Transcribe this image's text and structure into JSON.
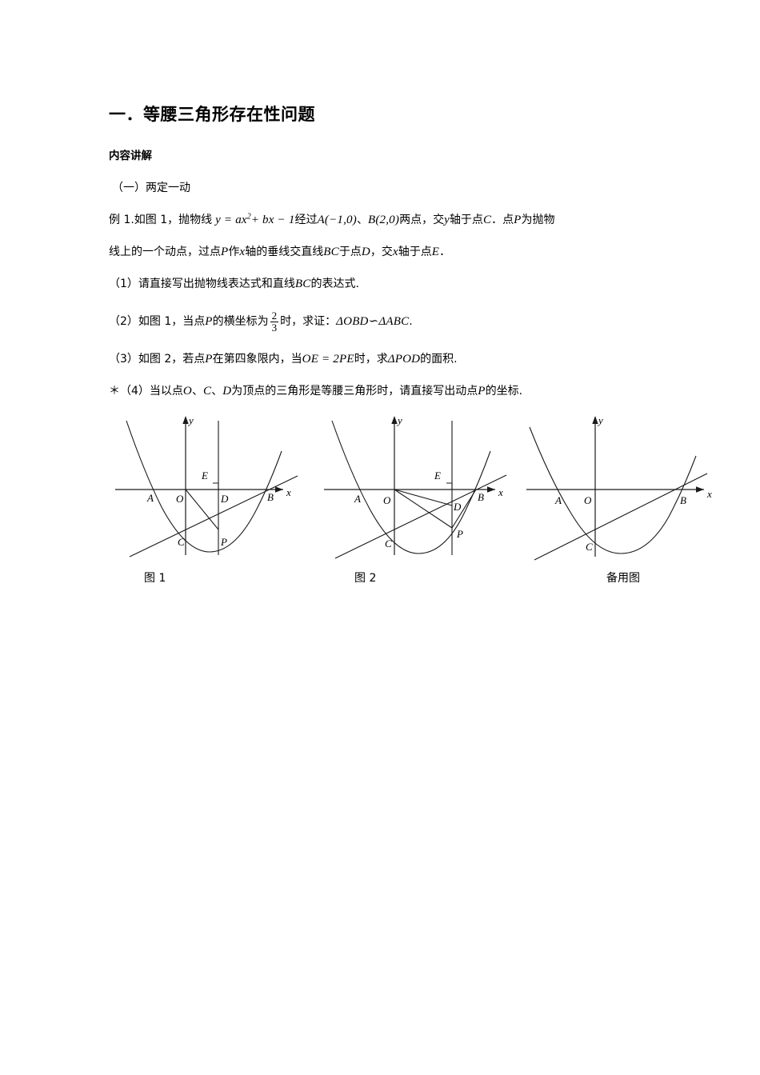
{
  "document": {
    "title": "一．等腰三角形存在性问题",
    "section_label": "内容讲解",
    "subsection": "（一）两定一动",
    "problem": {
      "lead_1": "例 1.如图 1，抛物线",
      "equation": "y = ax",
      "equation_exp": "2",
      "equation_rest": "+ bx − 1",
      "lead_2": "经过",
      "point_A": "A(−1,0)",
      "sep": "、",
      "point_B": "B(2,0)",
      "lead_3": "两点，交",
      "var_y": "y",
      "lead_4": "轴于点",
      "point_C": "C",
      "lead_5": "．点",
      "point_P": "P",
      "lead_6": "为抛物",
      "line2_a": "线上的一个动点，过点",
      "line2_P": "P",
      "line2_b": "作",
      "line2_x": "x",
      "line2_c": "轴的垂线交直线",
      "line2_BC": "BC",
      "line2_d": "于点",
      "line2_D": "D",
      "line2_e": "，交",
      "line2_x2": "x",
      "line2_f": "轴于点",
      "line2_E": "E",
      "line2_g": "．"
    },
    "questions": [
      {
        "number": "（1）",
        "text_a": "请直接写出抛物线表达式和直线",
        "math_a": "BC",
        "text_b": "的表达式."
      },
      {
        "number": "（2）",
        "text_a": "如图 1，当点",
        "math_a": "P",
        "text_b": "的横坐标为",
        "fraction_num": "2",
        "fraction_den": "3",
        "text_c": "时，求证：",
        "math_b": "ΔOBD∽ΔABC",
        "text_d": "."
      },
      {
        "number": "（3）",
        "text_a": "如图 2，若点",
        "math_a": "P",
        "text_b": "在第四象限内，当",
        "math_b": "OE = 2PE",
        "text_c": "时，求",
        "math_c": "ΔPOD",
        "text_d": "的面积."
      },
      {
        "number": "＊（4）",
        "text_a": "当以点",
        "math_a": "O",
        "sep1": "、",
        "math_b": "C",
        "sep2": "、",
        "math_c": "D",
        "text_b": "为顶点的三角形是等腰三角形时，请直接写出动点",
        "math_d": "P",
        "text_c": "的坐标."
      }
    ]
  },
  "figures": [
    {
      "caption": "图 1",
      "axis_x_label": "x",
      "axis_y_label": "y",
      "points": [
        {
          "name": "A",
          "label": "A"
        },
        {
          "name": "O",
          "label": "O"
        },
        {
          "name": "E",
          "label": "E"
        },
        {
          "name": "D",
          "label": "D"
        },
        {
          "name": "B",
          "label": "B"
        },
        {
          "name": "C",
          "label": "C"
        },
        {
          "name": "P",
          "label": "P"
        }
      ],
      "elements": [
        "parabola",
        "x-axis",
        "y-axis",
        "vertical-line-PE",
        "line-BC",
        "segment-O-D",
        "right-angle-mark-E"
      ]
    },
    {
      "caption": "图 2",
      "axis_x_label": "x",
      "axis_y_label": "y",
      "points": [
        {
          "name": "A",
          "label": "A"
        },
        {
          "name": "O",
          "label": "O"
        },
        {
          "name": "E",
          "label": "E"
        },
        {
          "name": "D",
          "label": "D"
        },
        {
          "name": "B",
          "label": "B"
        },
        {
          "name": "C",
          "label": "C"
        },
        {
          "name": "P",
          "label": "P"
        }
      ],
      "elements": [
        "parabola",
        "x-axis",
        "y-axis",
        "vertical-line-PE",
        "line-BC",
        "segment-O-D",
        "segment-O-P",
        "segment-P-B",
        "right-angle-mark-E"
      ]
    },
    {
      "caption": "备用图",
      "axis_x_label": "x",
      "axis_y_label": "y",
      "points": [
        {
          "name": "A",
          "label": "A"
        },
        {
          "name": "O",
          "label": "O"
        },
        {
          "name": "B",
          "label": "B"
        },
        {
          "name": "C",
          "label": "C"
        }
      ],
      "elements": [
        "parabola",
        "x-axis",
        "y-axis",
        "line-BC"
      ]
    }
  ],
  "colors": {
    "ink": "#000000",
    "stroke": "#1a1a1a",
    "background": "#ffffff"
  }
}
